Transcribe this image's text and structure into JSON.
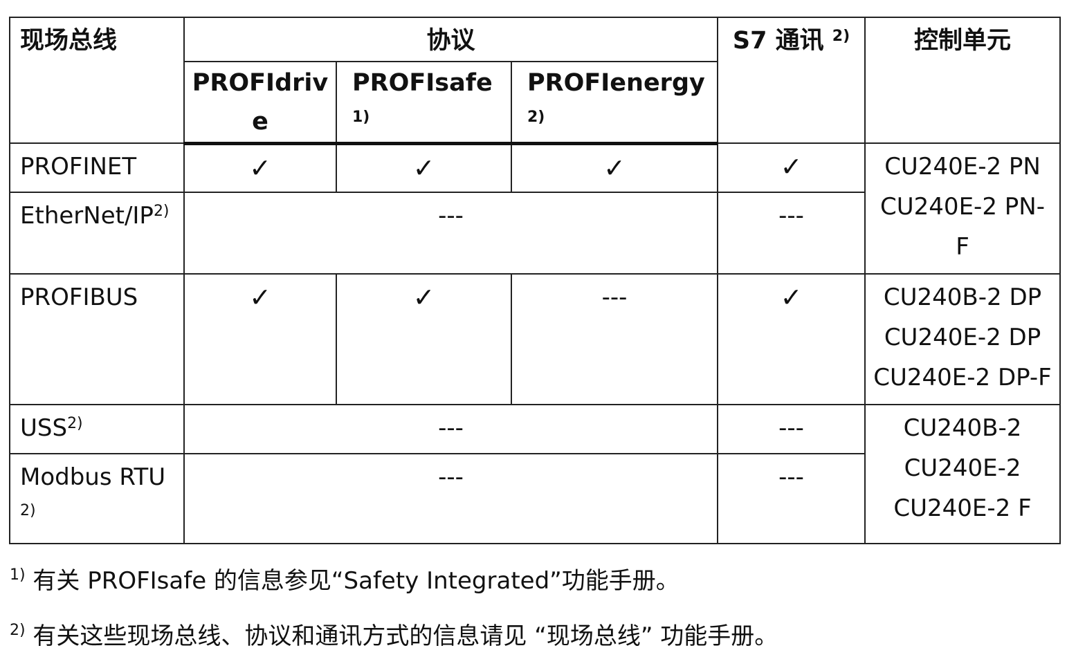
{
  "headers": {
    "fieldbus": "现场总线",
    "protocol": "协议",
    "s7": "S7 通讯",
    "s7_note": "2)",
    "control_unit": "控制单元",
    "profidrive_a": "PROFIdriv",
    "profidrive_b": "e",
    "profisafe": "PROFIsafe",
    "profisafe_note": "1)",
    "profienergy": "PROFIenergy",
    "profienergy_note": "2)"
  },
  "rows": {
    "profinet": {
      "name": "PROFINET",
      "profidrive": "✓",
      "profisafe": "✓",
      "profienergy": "✓",
      "s7": "✓"
    },
    "ethernetip": {
      "name": "EtherNet/IP",
      "note": "2)",
      "protocols": "---",
      "s7": "---"
    },
    "profinet_cu": [
      "CU240E-2 PN",
      "CU240E-2 PN-",
      "F"
    ],
    "profibus": {
      "name": "PROFIBUS",
      "profidrive": "✓",
      "profisafe": "✓",
      "profienergy": "---",
      "s7": "✓",
      "cu": [
        "CU240B-2 DP",
        "CU240E-2 DP",
        "CU240E-2 DP-F"
      ]
    },
    "uss": {
      "name": "USS",
      "note": "2)",
      "protocols": "---",
      "s7": "---"
    },
    "modbus": {
      "name": "Modbus RTU",
      "note": "2)",
      "protocols": "---",
      "s7": "---"
    },
    "uss_cu": [
      "CU240B-2",
      "CU240E-2",
      "CU240E-2 F"
    ]
  },
  "footnotes": {
    "n1_mark": "1)",
    "n1_text": "有关 PROFIsafe 的信息参见“Safety Integrated”功能手册。",
    "n2_mark": "2)",
    "n2_text": "有关这些现场总线、协议和通讯方式的信息请见 “现场总线” 功能手册。"
  }
}
